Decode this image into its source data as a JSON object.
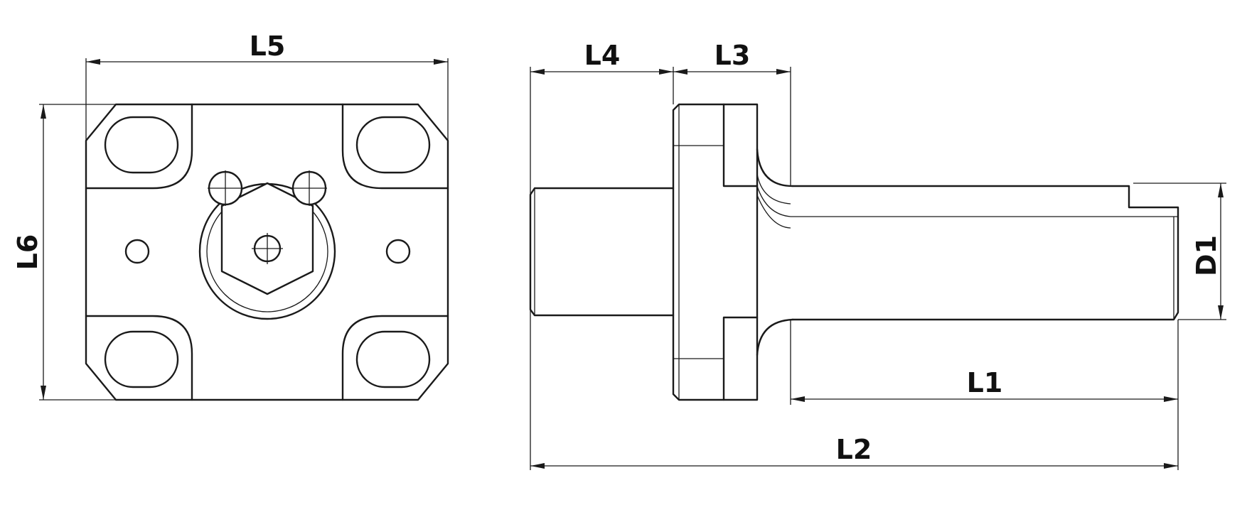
{
  "dimensions": {
    "l5": "L5",
    "l6": "L6",
    "l4": "L4",
    "l3": "L3",
    "l2": "L2",
    "l1": "L1",
    "d1": "D1"
  }
}
